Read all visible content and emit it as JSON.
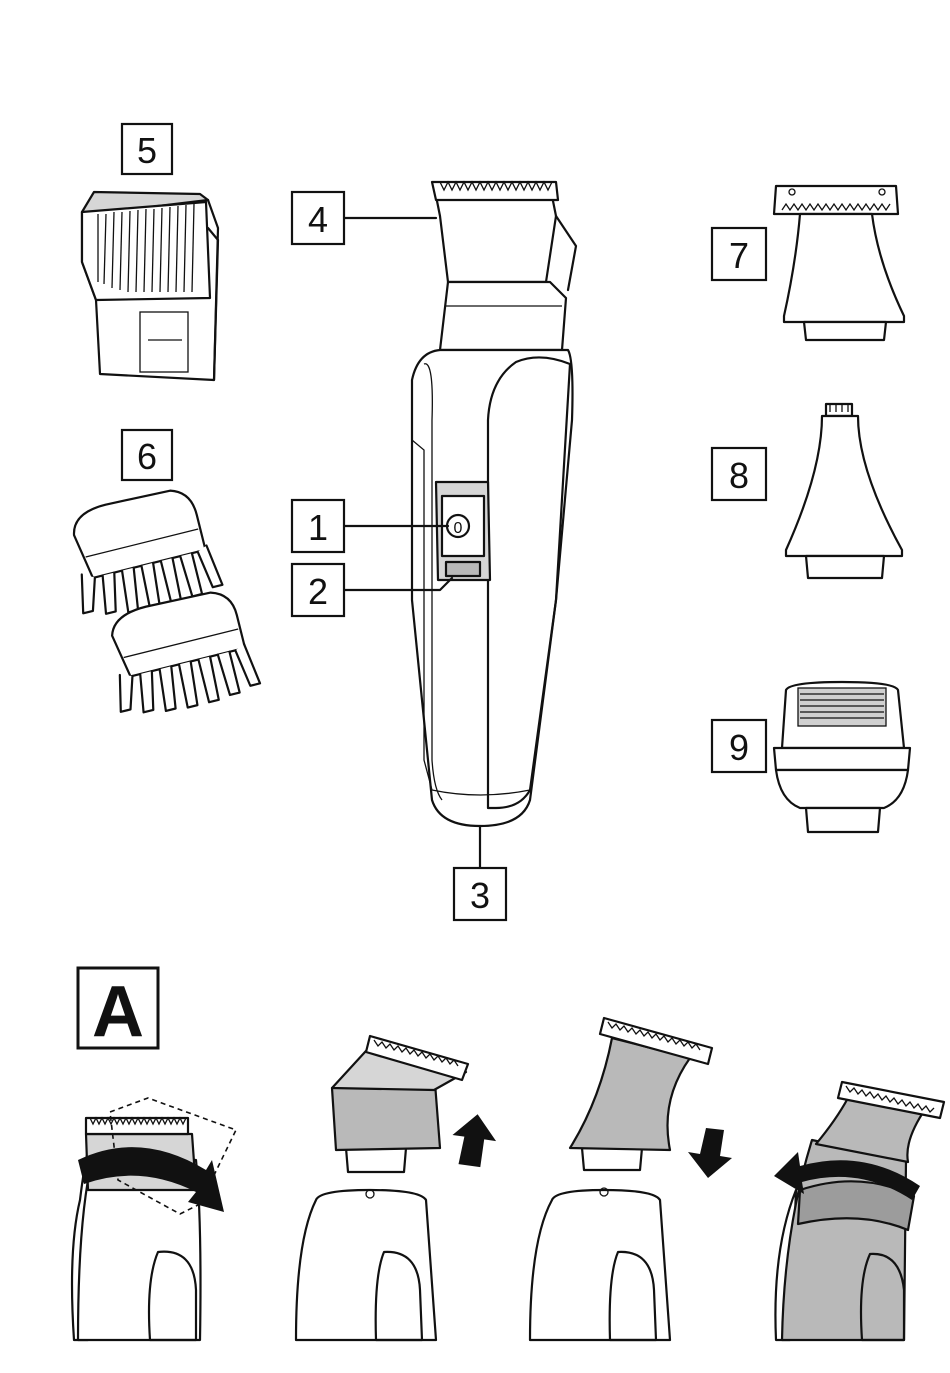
{
  "callouts": {
    "power_button": "1",
    "power_indicator": "2",
    "charging_socket": "3",
    "trimmer_head": "4",
    "beard_comb": "5",
    "stubble_combs": "6",
    "precision_trimmer": "7",
    "nose_trimmer": "8",
    "shaver_head": "9"
  },
  "power_symbol": "0",
  "section": {
    "label": "A"
  }
}
